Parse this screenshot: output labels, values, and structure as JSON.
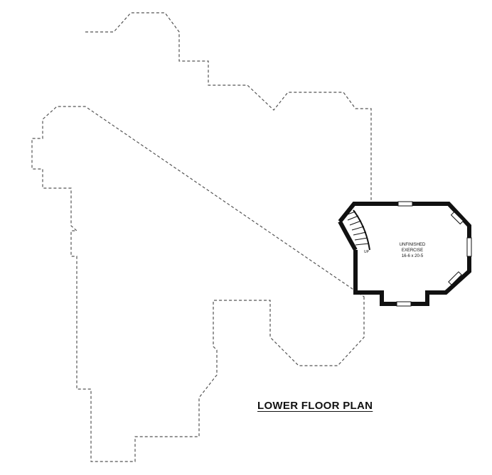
{
  "plan": {
    "title": "LOWER FLOOR PLAN",
    "room_name_line1": "UNFINISHED",
    "room_name_line2": "EXERCISE",
    "room_dimensions": "16-6 x 20-5",
    "stair_label": "UP"
  }
}
